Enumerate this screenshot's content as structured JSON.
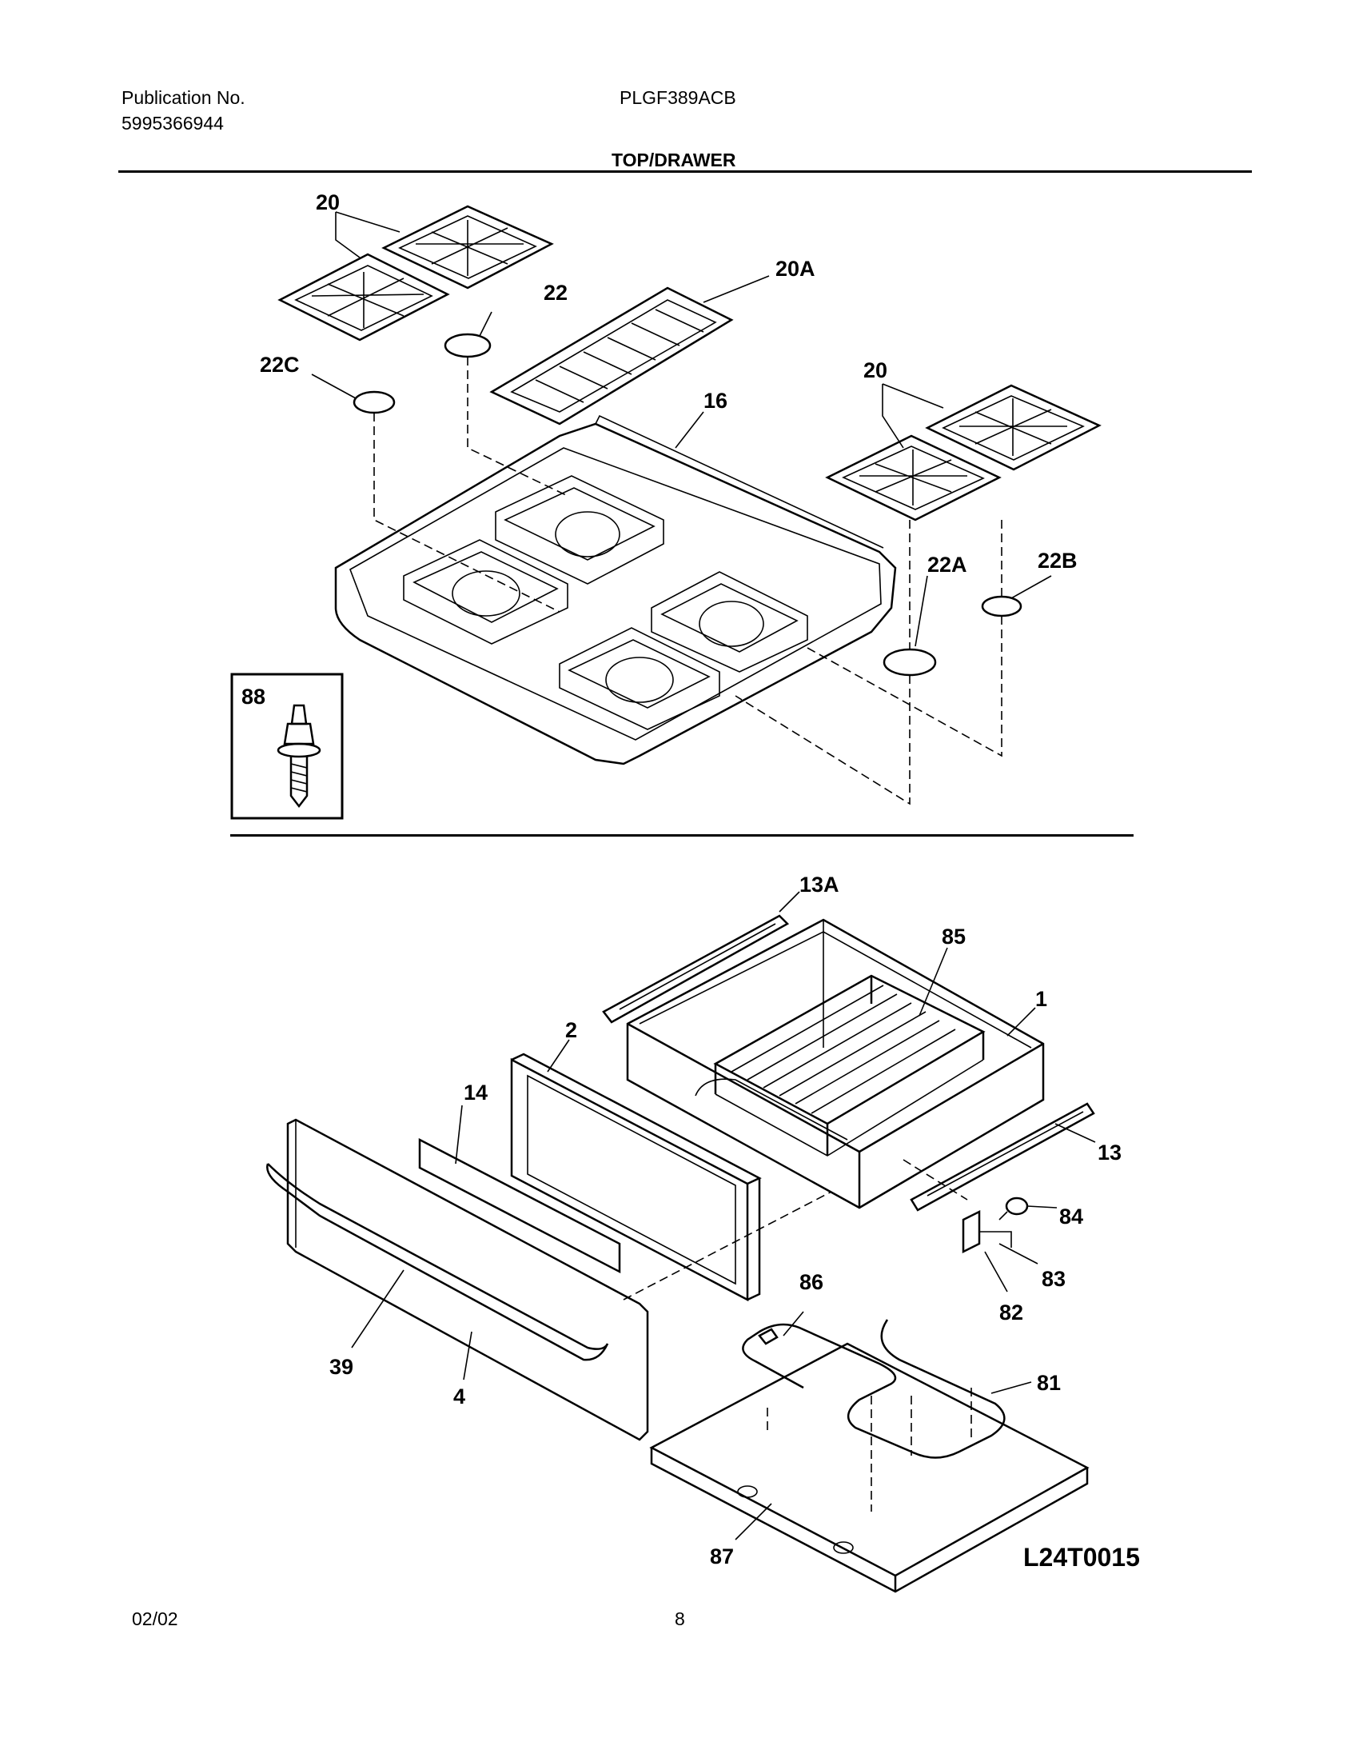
{
  "header": {
    "publication_label": "Publication No.",
    "publication_number": "5995366944",
    "model": "PLGF389ACB",
    "section_title": "TOP/DRAWER"
  },
  "footer": {
    "date": "02/02",
    "page_number": "8"
  },
  "diagram": {
    "code": "L24T0015",
    "callouts": {
      "grate_left": "20",
      "grate_right": "20",
      "grate_center": "20A",
      "cap_22": "22",
      "cap_22a": "22A",
      "cap_22b": "22B",
      "cap_22c": "22C",
      "cooktop": "16",
      "screw_box": "88",
      "rail_left": "13A",
      "rack": "85",
      "drawer_body": "1",
      "drawer_frame": "2",
      "insulation": "14",
      "rail_right": "13",
      "terminal_84": "84",
      "bracket_83": "83",
      "bracket_82": "82",
      "clip_86": "86",
      "element_81": "81",
      "handle": "39",
      "drawer_front": "4",
      "bottom_panel": "87"
    }
  }
}
